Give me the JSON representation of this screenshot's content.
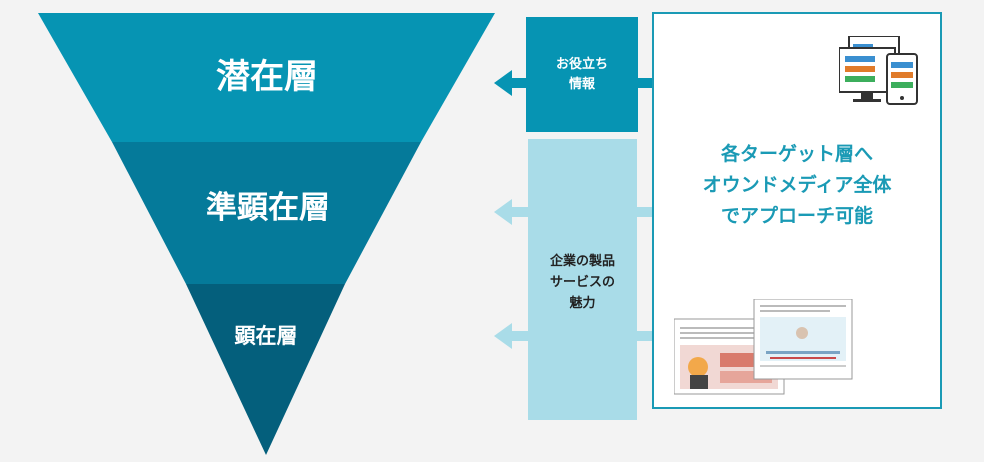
{
  "funnel": {
    "levels": [
      {
        "label": "潜在層",
        "color": "#0694b3"
      },
      {
        "label": "準顕在層",
        "color": "#057a9a"
      },
      {
        "label": "顕在層",
        "color": "#045f7c"
      }
    ]
  },
  "content_boxes": {
    "useful_info": {
      "line1": "お役立ち",
      "line2": "情報",
      "color": "#0694b3"
    },
    "product_appeal": {
      "line1": "企業の製品",
      "line2": "サービスの",
      "line3": "魅力",
      "color": "#a9dce8"
    }
  },
  "panel": {
    "line1": "各ターゲット層へ",
    "line2": "オウンドメディア全体",
    "line3": "でアプローチ可能",
    "color": "#1a9ab5"
  }
}
